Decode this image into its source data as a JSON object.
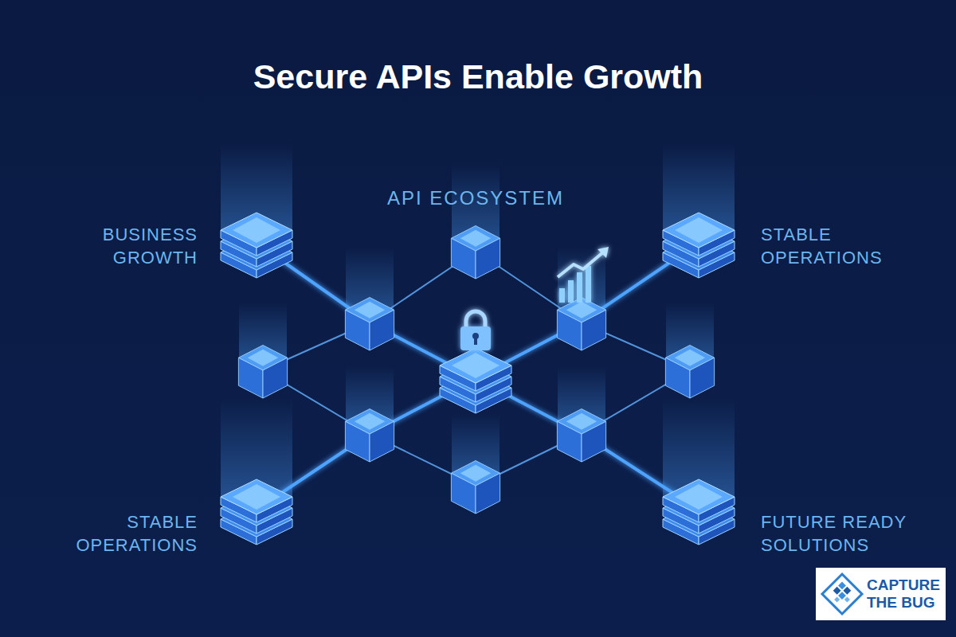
{
  "diagram": {
    "title": "Secure APIs Enable Growth",
    "nodes": [
      {
        "text": [
          "BUSINESS GROWTH"
        ]
      },
      {
        "text": [
          "STABLE OPERATIONS"
        ]
      },
      {
        "text": [
          "STABLE OPERATIONS"
        ]
      },
      {
        "text": [
          "FUTURE READY SOLUTIONS"
        ]
      },
      {
        "text": [
          "CAPTURE THE BUG"
        ]
      }
    ],
    "labels": [
      "API ECOSYSTEM"
    ]
  }
}
